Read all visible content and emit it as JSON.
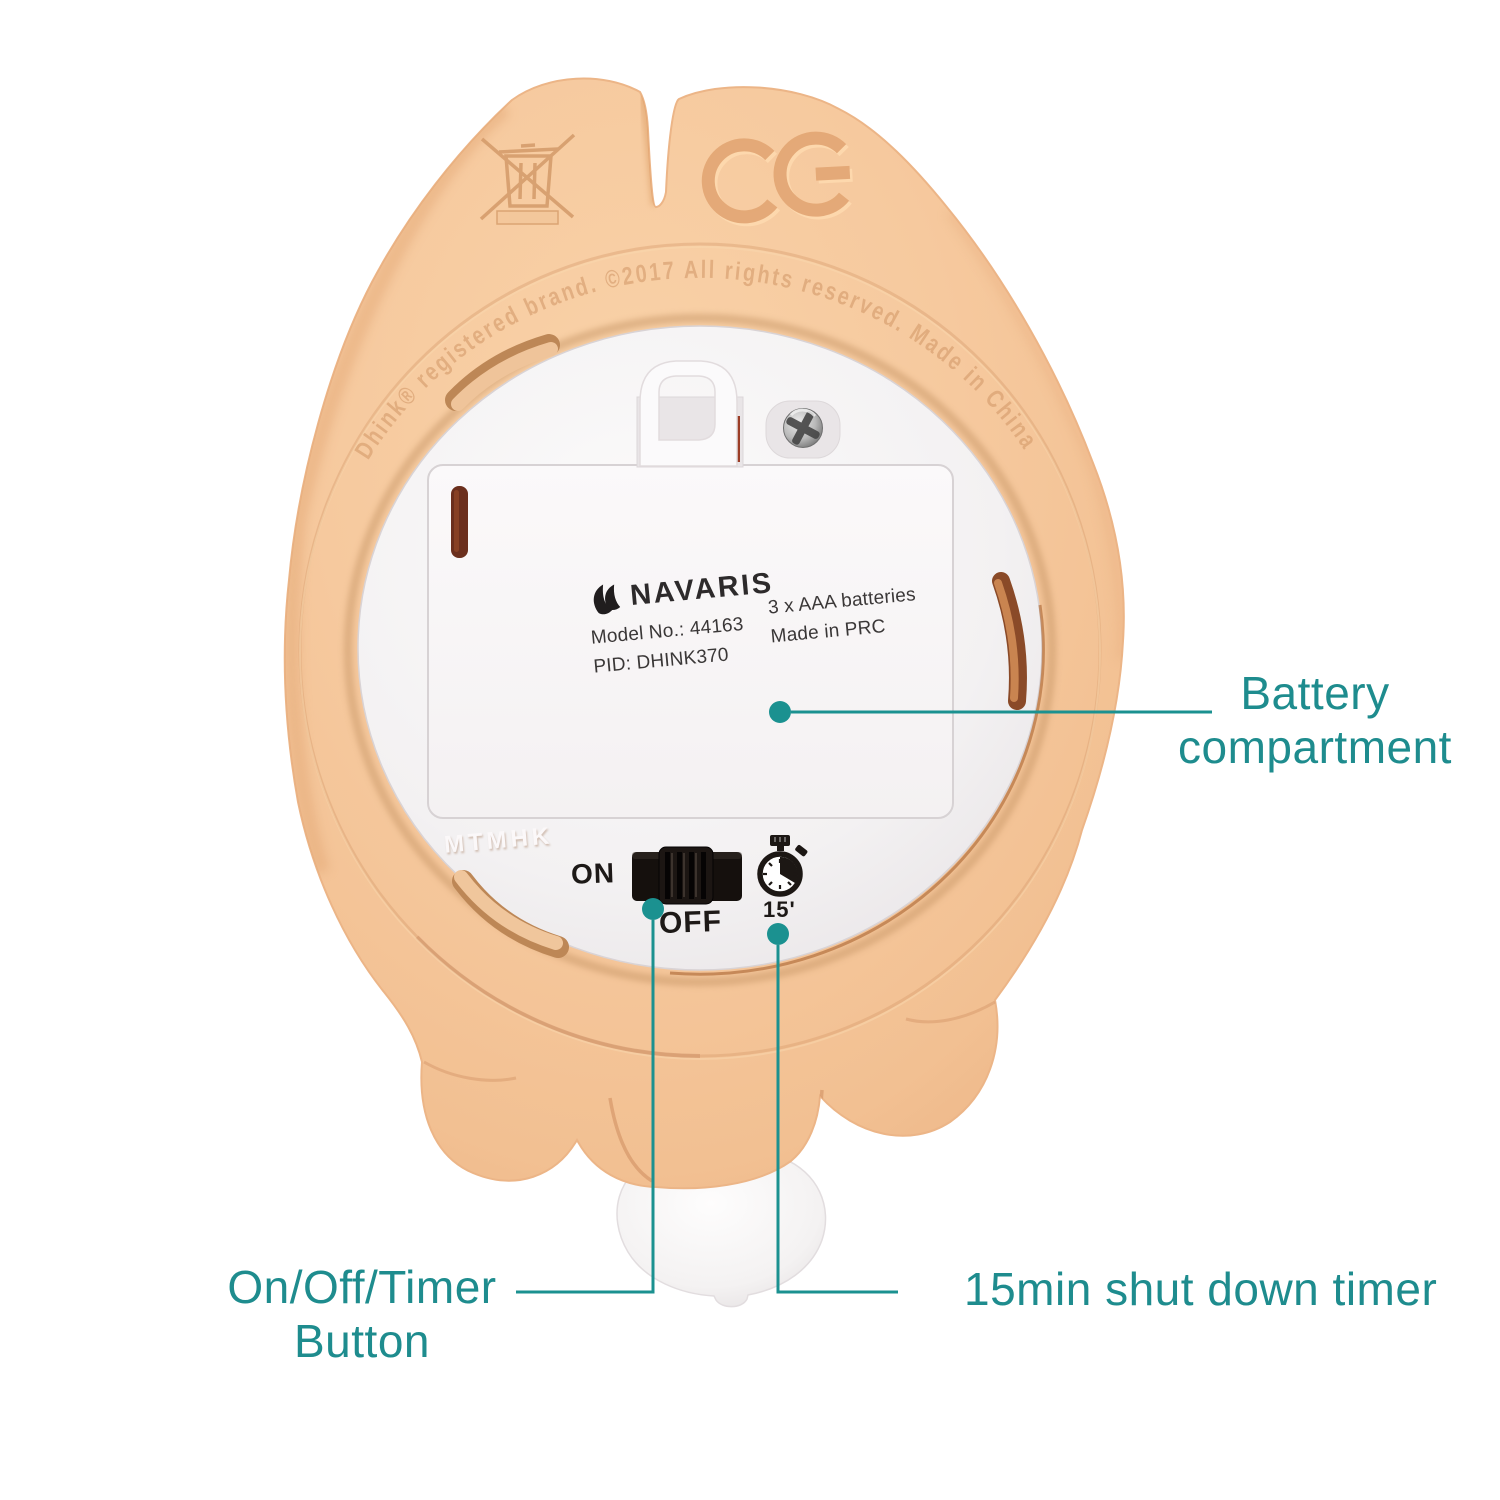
{
  "product": {
    "brand": "NAVARIS",
    "logo_icon": "navaris-drop-logo-icon",
    "model": "Model No.: 44163",
    "pid": "PID: DHINK370",
    "batteries": "3 x AAA batteries",
    "made_in": "Made in PRC"
  },
  "device": {
    "rim_text": "Dhink® registered brand.  ©2017  All rights reserved.  Made in China",
    "mold_text": "MTMHK",
    "ce_mark": "CE",
    "weee_icon": "weee-crossed-out-bin-icon",
    "stopwatch_icon": "stopwatch-timer-icon",
    "latch_icon": "battery-door-latch",
    "screw_icon": "phillips-screw"
  },
  "controls": {
    "on": "ON",
    "off": "OFF",
    "timer": "15'"
  },
  "annotations": {
    "battery_line1": "Battery",
    "battery_line2": "compartment",
    "onoff_line1": "On/Off/Timer",
    "onoff_line2": "Button",
    "timer_label": "15min shut down timer"
  },
  "colors": {
    "accent_teal": "#1B9190",
    "body_peach": "#F6C99E",
    "plate_white": "#F3F1F2",
    "switch_black": "#15100D"
  }
}
